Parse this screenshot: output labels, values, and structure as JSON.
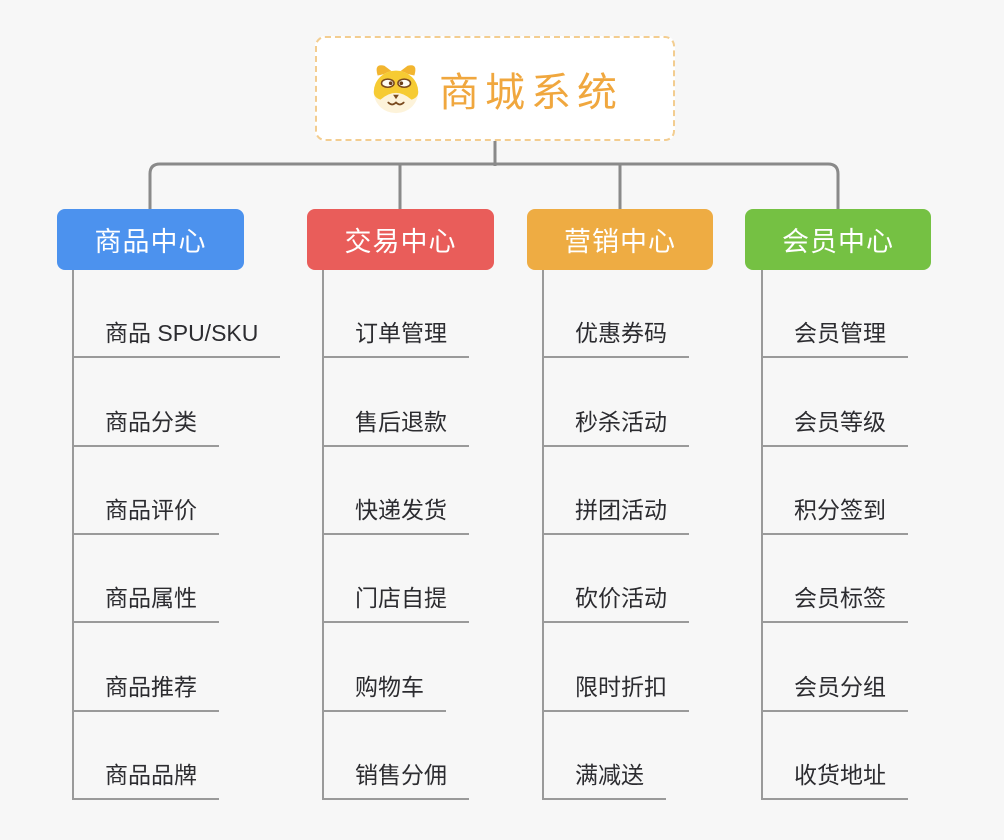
{
  "canvas": {
    "background": "#f7f7f7"
  },
  "root": {
    "title": "商城系统",
    "icon": "dog-face-icon",
    "text_color": "#f0a73e",
    "border_color": "#f3cd90",
    "background": "#ffffff"
  },
  "connector_color": "#8a8a8a",
  "underline_color": "#9a9a9a",
  "branches": [
    {
      "label": "商品中心",
      "color": "#4c92ee",
      "items": [
        "商品 SPU/SKU",
        "商品分类",
        "商品评价",
        "商品属性",
        "商品推荐",
        "商品品牌"
      ]
    },
    {
      "label": "交易中心",
      "color": "#e95d5a",
      "items": [
        "订单管理",
        "售后退款",
        "快递发货",
        "门店自提",
        "购物车",
        "销售分佣"
      ]
    },
    {
      "label": "营销中心",
      "color": "#eeac43",
      "items": [
        "优惠券码",
        "秒杀活动",
        "拼团活动",
        "砍价活动",
        "限时折扣",
        "满减送"
      ]
    },
    {
      "label": "会员中心",
      "color": "#75c143",
      "items": [
        "会员管理",
        "会员等级",
        "积分签到",
        "会员标签",
        "会员分组",
        "收货地址"
      ]
    }
  ]
}
